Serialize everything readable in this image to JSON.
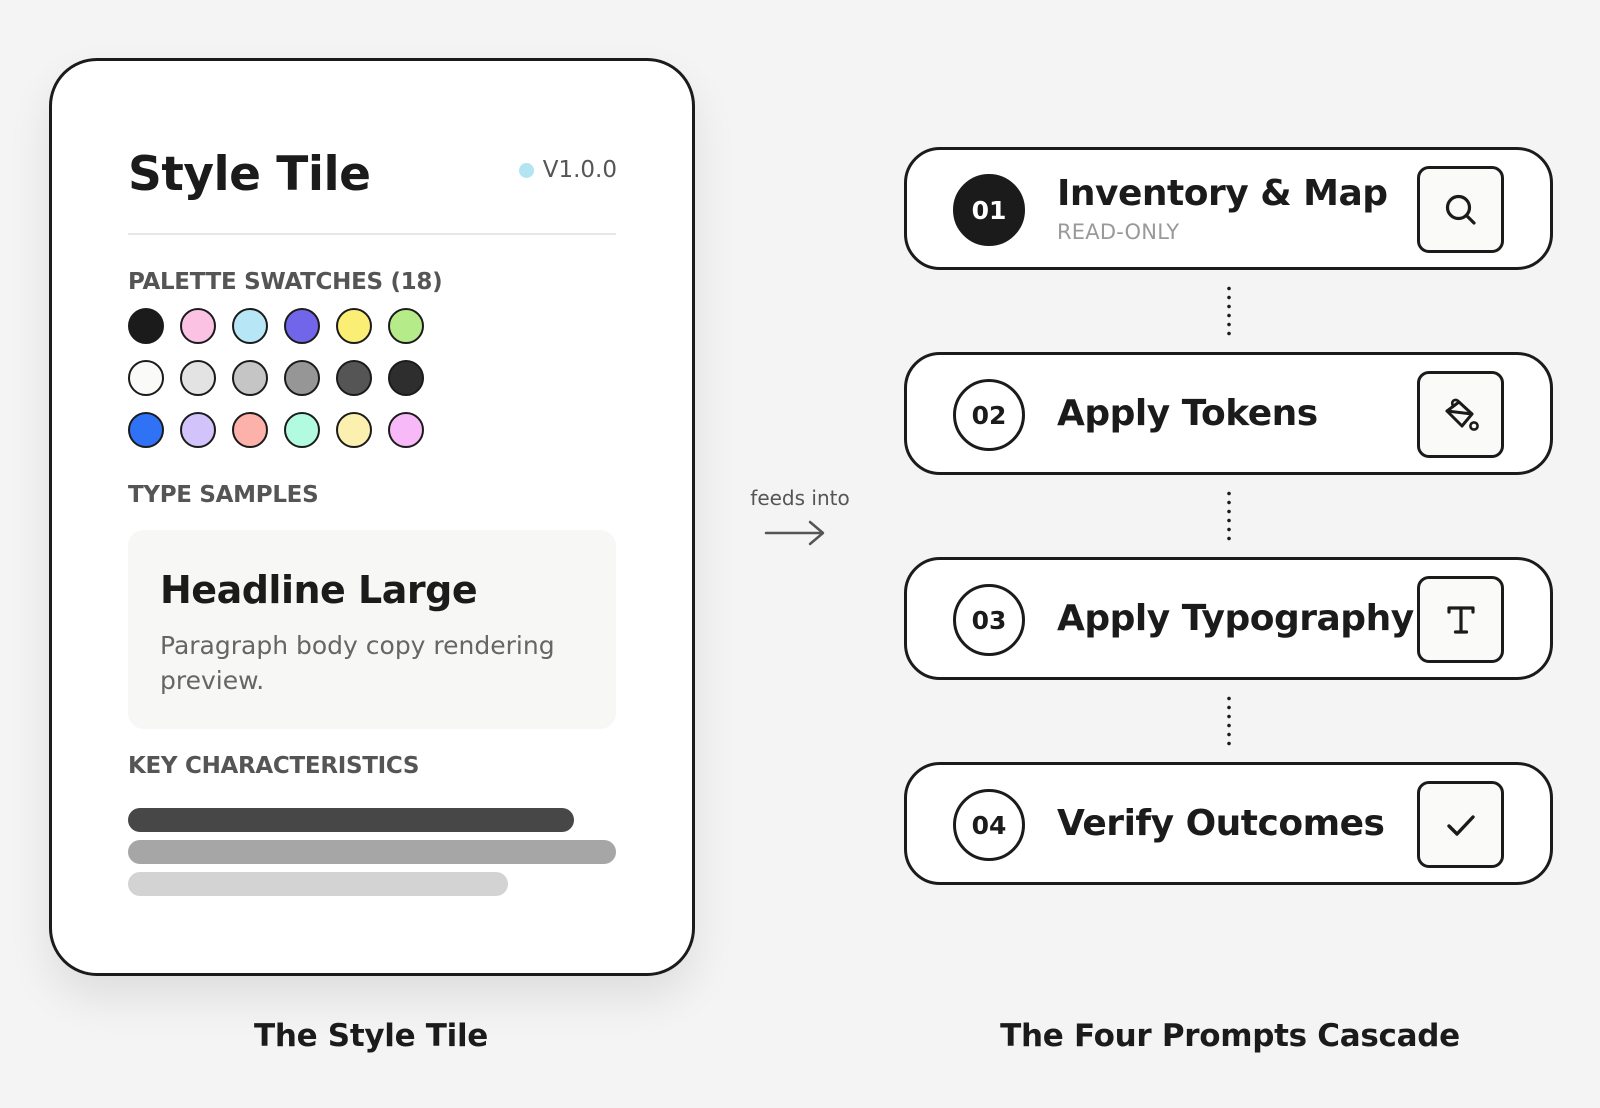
{
  "style_tile": {
    "title": "Style Tile",
    "version": "V1.0.0",
    "version_dot_color": "#b2e4f4",
    "palette_label": "PALETTE SWATCHES (18)",
    "swatches": [
      "#1b1b1b",
      "#fbc2e3",
      "#b7e6f6",
      "#7166ea",
      "#fbee75",
      "#b6eb8a",
      "#fafaf8",
      "#e3e3e3",
      "#c5c5c5",
      "#969696",
      "#555555",
      "#2e2e2e",
      "#2f72f5",
      "#d2c3fb",
      "#fcb2ab",
      "#b2fbe0",
      "#fcf0b0",
      "#f7b9f8"
    ],
    "type_label": "TYPE SAMPLES",
    "type_headline": "Headline Large",
    "type_body": "Paragraph body copy rendering preview.",
    "key_label": "KEY CHARACTERISTICS",
    "key_bar_colors": [
      "#474747",
      "#a6a6a6",
      "#d3d3d3"
    ],
    "caption": "The Style Tile"
  },
  "connector": {
    "label": "feeds into",
    "icon": "arrow-right-icon"
  },
  "cascade": {
    "caption": "The Four Prompts Cascade",
    "steps": [
      {
        "number": "01",
        "label": "Inventory & Map",
        "sublabel": "READ-ONLY",
        "icon": "search-icon",
        "filled": true
      },
      {
        "number": "02",
        "label": "Apply Tokens",
        "sublabel": "",
        "icon": "paint-bucket-icon",
        "filled": false
      },
      {
        "number": "03",
        "label": "Apply Typography",
        "sublabel": "",
        "icon": "text-icon",
        "filled": false
      },
      {
        "number": "04",
        "label": "Verify Outcomes",
        "sublabel": "",
        "icon": "check-icon",
        "filled": false
      }
    ]
  }
}
